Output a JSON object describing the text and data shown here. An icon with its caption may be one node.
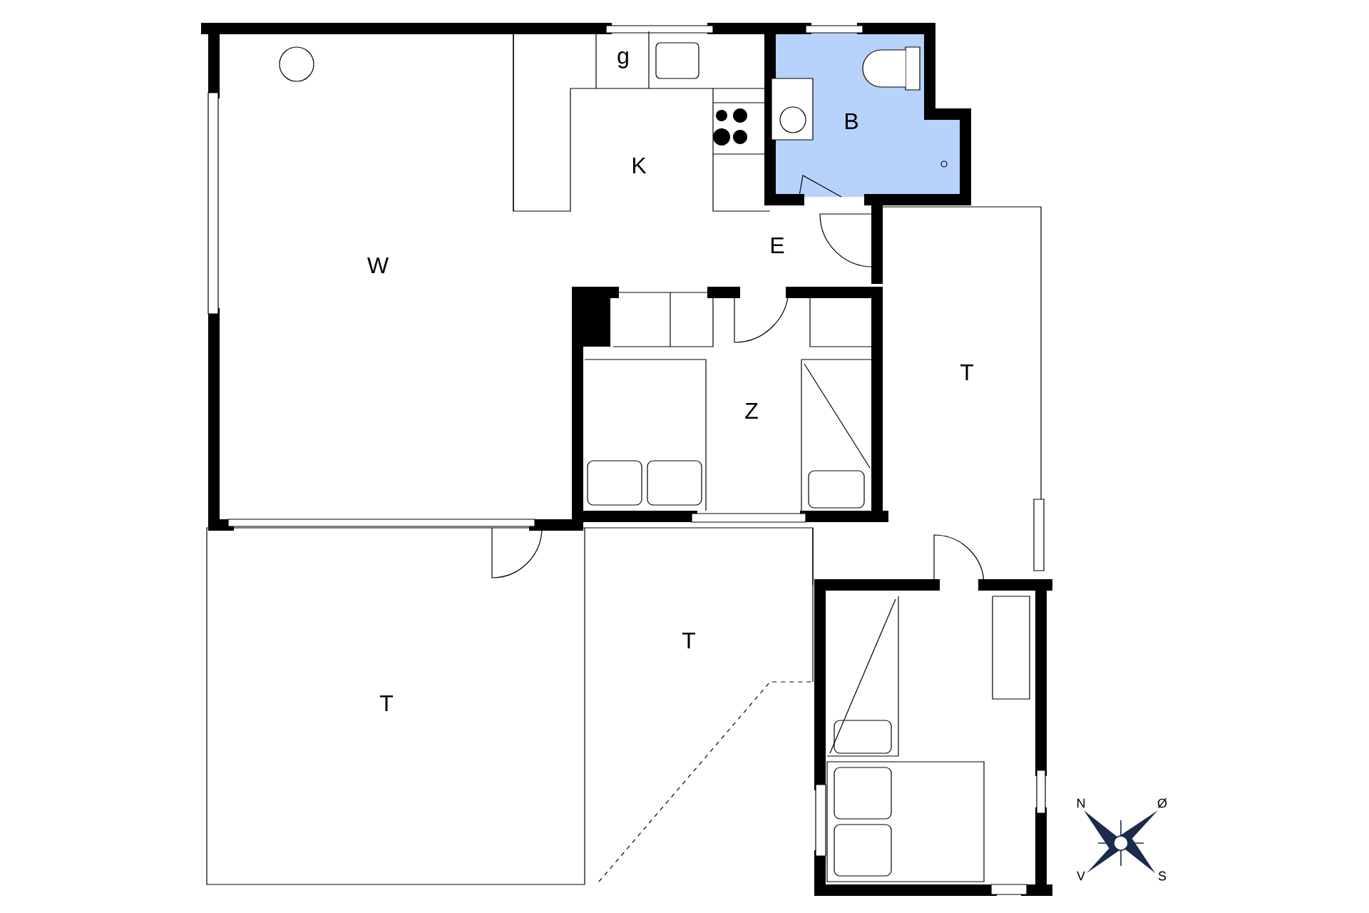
{
  "diagram": {
    "labels": [
      "g",
      "B",
      "K",
      "E",
      "W",
      "T",
      "Z",
      "T",
      "T",
      "N",
      "Ø",
      "V",
      "S"
    ]
  }
}
